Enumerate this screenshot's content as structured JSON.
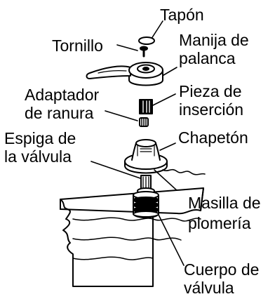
{
  "labels": {
    "tapon": "Tapón",
    "tornillo": "Tornillo",
    "manija_1": "Manija de",
    "manija_2": "palanca",
    "adaptador_1": "Adaptador",
    "adaptador_2": "de ranura",
    "pieza_1": "Pieza de",
    "pieza_2": "inserción",
    "espiga_1": "Espiga de",
    "espiga_2": "la válvula",
    "chapeton": "Chapetón",
    "masilla_1": "Masilla de",
    "masilla_2": "plomería",
    "cuerpo_1": "Cuerpo de",
    "cuerpo_2": "válvula"
  }
}
